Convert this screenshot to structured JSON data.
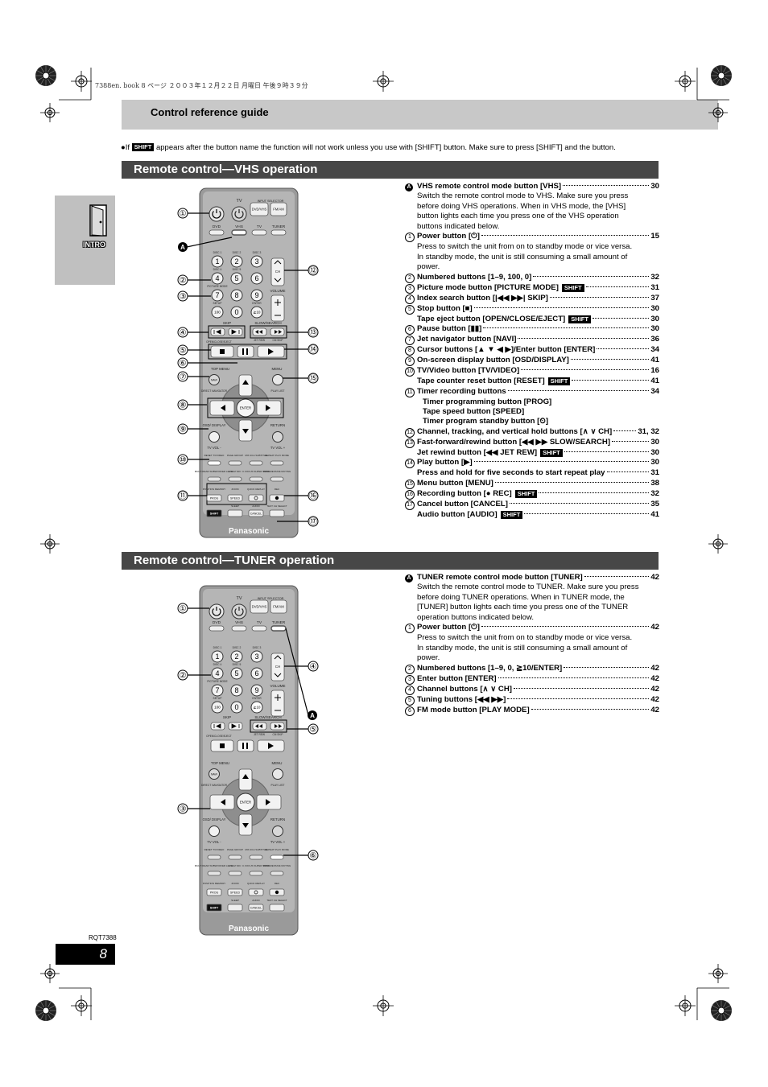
{
  "print_header": "7388en. book  8 ページ  ２００３年１２月２２日  月曜日  午後９時３９分",
  "header_title": "Control reference guide",
  "side_tab": "INTRO",
  "note": {
    "bullet": "●If",
    "shift_badge": "SHIFT",
    "text": "appears after the button name the function will not work unless you use with [SHIFT] button. Make sure to press [SHIFT] and the button."
  },
  "badge_text": "SHIFT",
  "vhs_section": {
    "title": "Remote control—VHS operation",
    "callouts_left": [
      "①",
      "②",
      "③",
      "④",
      "⑤",
      "⑥",
      "⑦",
      "⑧",
      "⑨",
      "⑩",
      "⑪"
    ],
    "callouts_right": [
      "⑫",
      "⑬",
      "⑭",
      "⑮",
      "⑯",
      "⑰"
    ],
    "callout_a": "A",
    "entries": [
      {
        "marker": "A",
        "label": "VHS remote control mode button [VHS]",
        "page": "30",
        "desc": [
          "Switch the remote control mode to VHS. Make sure you press",
          "before doing VHS operations. When in VHS mode, the [VHS]",
          "button lights each time you press one of the VHS operation",
          "buttons indicated below."
        ]
      },
      {
        "marker": "1",
        "label": "Power button [⏻]",
        "page": "15",
        "desc": [
          "Press to switch the unit from on to standby mode or vice versa.",
          "In standby mode, the unit is still consuming a small amount of",
          "power."
        ]
      },
      {
        "marker": "2",
        "label": "Numbered buttons [1–9, 100, 0]",
        "page": "32"
      },
      {
        "marker": "3",
        "label": "Picture mode button [PICTURE MODE]",
        "shift": true,
        "page": "31"
      },
      {
        "marker": "4",
        "label": "Index search button [|◀◀ ▶▶| SKIP]",
        "page": "37"
      },
      {
        "marker": "5",
        "label": "Stop button [■]",
        "page": "30"
      },
      {
        "marker": "",
        "label": "Tape eject button [OPEN/CLOSE/EJECT]",
        "shift": true,
        "page": "30"
      },
      {
        "marker": "6",
        "label": "Pause button [▮▮]",
        "page": "30"
      },
      {
        "marker": "7",
        "label": "Jet navigator button [NAVI]",
        "page": "36"
      },
      {
        "marker": "8",
        "label": "Cursor buttons [▲ ▼ ◀ ▶]/Enter button [ENTER]",
        "page": "34"
      },
      {
        "marker": "9",
        "label": "On-screen display button [OSD/DISPLAY]",
        "page": "41"
      },
      {
        "marker": "10",
        "label": "TV/Video button [TV/VIDEO]",
        "page": "16"
      },
      {
        "marker": "",
        "label": "Tape counter reset button [RESET]",
        "shift": true,
        "page": "41"
      },
      {
        "marker": "11",
        "label": "Timer recording buttons",
        "page": "34"
      },
      {
        "marker": "",
        "sub": true,
        "label": "Timer programming button [PROG]"
      },
      {
        "marker": "",
        "sub": true,
        "label": "Tape speed button [SPEED]"
      },
      {
        "marker": "",
        "sub": true,
        "label": "Timer program standby button [⏲]"
      },
      {
        "marker": "12",
        "label": "Channel, tracking, and vertical hold buttons [∧ ∨ CH]",
        "page": "31, 32"
      },
      {
        "marker": "13",
        "label": "Fast-forward/rewind button [◀◀ ▶▶ SLOW/SEARCH]",
        "page": "30"
      },
      {
        "marker": "",
        "label": "Jet rewind button [◀◀ JET REW]",
        "shift": true,
        "page": "30"
      },
      {
        "marker": "14",
        "label": "Play button [▶]",
        "page": "30"
      },
      {
        "marker": "",
        "label": "Press and hold for five seconds to start repeat play",
        "page": "31"
      },
      {
        "marker": "15",
        "label": "Menu button [MENU]",
        "page": "38"
      },
      {
        "marker": "16",
        "label": "Recording button [● REC]",
        "shift": true,
        "page": "32"
      },
      {
        "marker": "17",
        "label": "Cancel button [CANCEL]",
        "page": "35"
      },
      {
        "marker": "",
        "label": "Audio button [AUDIO]",
        "shift": true,
        "page": "41"
      }
    ]
  },
  "tuner_section": {
    "title": "Remote control—TUNER operation",
    "callouts_left": [
      "①",
      "②",
      "③"
    ],
    "callouts_right": [
      "④",
      "⑤",
      "⑥"
    ],
    "callout_a": "A",
    "entries": [
      {
        "marker": "A",
        "label": "TUNER remote control mode button [TUNER]",
        "page": "42",
        "desc": [
          "Switch the remote control mode to TUNER. Make sure you press",
          "before doing TUNER operations. When in TUNER mode, the",
          "[TUNER] button lights each time you press one of the TUNER",
          "operation buttons indicated below."
        ]
      },
      {
        "marker": "1",
        "label": "Power button [⏻]",
        "page": "42",
        "desc": [
          "Press to switch the unit from on to standby mode or vice versa.",
          "In standby mode, the unit is still consuming a small amount of",
          "power."
        ]
      },
      {
        "marker": "2",
        "label": "Numbered buttons [1–9, 0, ≧10/ENTER]",
        "page": "42"
      },
      {
        "marker": "3",
        "label": "Enter button [ENTER]",
        "page": "42"
      },
      {
        "marker": "4",
        "label": "Channel buttons [∧ ∨ CH]",
        "page": "42"
      },
      {
        "marker": "5",
        "label": "Tuning buttons [◀◀ ▶▶]",
        "page": "42"
      },
      {
        "marker": "6",
        "label": "FM mode button [PLAY MODE]",
        "page": "42"
      }
    ]
  },
  "remote_labels": {
    "brand": "Panasonic",
    "tv": "TV",
    "input_selector": "INPUT SELECTOR",
    "dvd_vhs": "DVD/VHS",
    "fm_am": "FM/AM",
    "dvd": "DVD",
    "vhs": "VHS",
    "tuner": "TUNER",
    "disc_labels": [
      "DISC 1",
      "DISC 2",
      "DISC 3",
      "DISC 4",
      "DISC 5"
    ],
    "digits": [
      "1",
      "2",
      "3",
      "4",
      "5",
      "6",
      "7",
      "8",
      "9",
      "0"
    ],
    "hundred": "100",
    "ge10": "≧10",
    "picture_mode": "PICTURE MODE",
    "setup": "SETUP",
    "enter": "ENTER",
    "ch": "CH",
    "volume": "VOLUME",
    "skip": "SKIP",
    "slow_search": "SLOW/SEARCH",
    "jet_rew": "JET REW",
    "cm_skip": "CM SKIP",
    "open_close_eject": "OPEN/CLOSE/EJECT",
    "top_menu": "TOP MENU",
    "menu": "MENU",
    "navi": "NAVI",
    "direct_navigator": "DIRECT NAVIGATOR",
    "play_list": "PLAY LIST",
    "osd_display": "OSD/ DISPLAY",
    "return": "RETURN",
    "tv_vol_minus": "TV VOL -",
    "tv_vol_plus": "TV VOL +",
    "row_a": [
      "RESET TV/VIDEO",
      "PAGE GROUP",
      "MIX 2CH SUBTITLE",
      "REPEAT PLAY MODE"
    ],
    "row_b": [
      "MULTI REAR SUBWOOFER LEVEL",
      "C.S.M SFC",
      "C.FOCUS SUPER SRND",
      "PROGRESSIVE MUTING"
    ],
    "row_c": [
      "POSITION MEMORY",
      "ZOOM",
      "QUICK REPLAY",
      "REC"
    ],
    "row_c_buttons": [
      "PROG",
      "SPEED"
    ],
    "row_d": [
      "SHIFT",
      "SLEEP",
      "AUDIO",
      "TEST CH SELECT"
    ],
    "row_d_buttons": [
      "CANCEL"
    ]
  },
  "doc_number": "RQT7388",
  "page_number": "8"
}
